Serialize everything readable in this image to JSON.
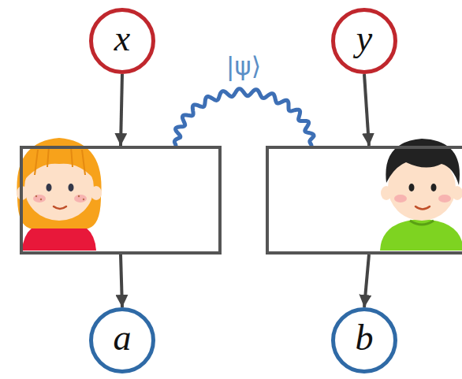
{
  "diagram": {
    "nodes": [
      {
        "text": [
          "x"
        ]
      },
      {
        "text": [
          "y"
        ]
      },
      {
        "text": []
      },
      {
        "text": []
      },
      {
        "text": [
          "a"
        ]
      },
      {
        "text": [
          "b"
        ]
      }
    ],
    "edges": [
      {
        "from": 0,
        "to": 2,
        "arrow": "to"
      },
      {
        "from": 1,
        "to": 3,
        "arrow": "to"
      },
      {
        "from": 2,
        "to": 4,
        "arrow": "to"
      },
      {
        "from": 3,
        "to": 5,
        "arrow": "to"
      },
      {
        "from": 2,
        "to": 3,
        "label": "|ψ⟩",
        "arrow": "none"
      }
    ]
  }
}
